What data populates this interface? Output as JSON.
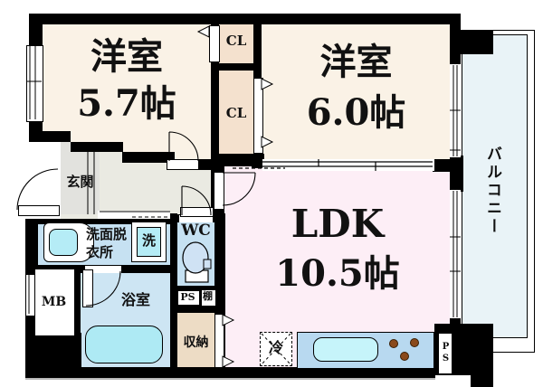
{
  "title": "apartment-floor-plan",
  "rooms": {
    "bedroom1": {
      "name": "洋室",
      "size": "5.7帖"
    },
    "bedroom2": {
      "name": "洋室",
      "size": "6.0帖"
    },
    "ldk": {
      "name": "LDK",
      "size": "10.5帖"
    },
    "closet_upper": {
      "label": "CL"
    },
    "closet_lower": {
      "label": "CL"
    },
    "balcony": {
      "label": "バルコニー"
    },
    "entrance": {
      "label": "玄関"
    },
    "washroom": {
      "label_line1": "洗面脱",
      "label_line2": "衣所"
    },
    "washing_machine": {
      "label": "洗"
    },
    "toilet_room": {
      "label": "WC"
    },
    "meter_box": {
      "label": "MB"
    },
    "bathroom": {
      "label": "浴室"
    },
    "pipe_shaft_upper": {
      "label": "PS"
    },
    "shelf": {
      "label": "棚"
    },
    "storage": {
      "label": "収納"
    },
    "refrigerator": {
      "label": "冷"
    },
    "pipe_shaft_lower": {
      "label": "PS"
    }
  },
  "colors": {
    "wall": "#000000",
    "bedroom": "#faf2e6",
    "closet": "#f4e1ce",
    "ldk": "#fdeef6",
    "balcony": "#e9f3f7",
    "wet_area": "#c6e1f2",
    "bathroom": "#cde5f3",
    "fixture_cyan": "#b5ecf6",
    "bathtub": "#aeeaf4",
    "kitchen_counter": "#b8d9f0",
    "kitchen_sink": "#c6f4fa",
    "storage": "#eddcc5",
    "entrance": "#e2e2de",
    "hallway": "#eaeae2",
    "burner": "#8a4a1c"
  }
}
